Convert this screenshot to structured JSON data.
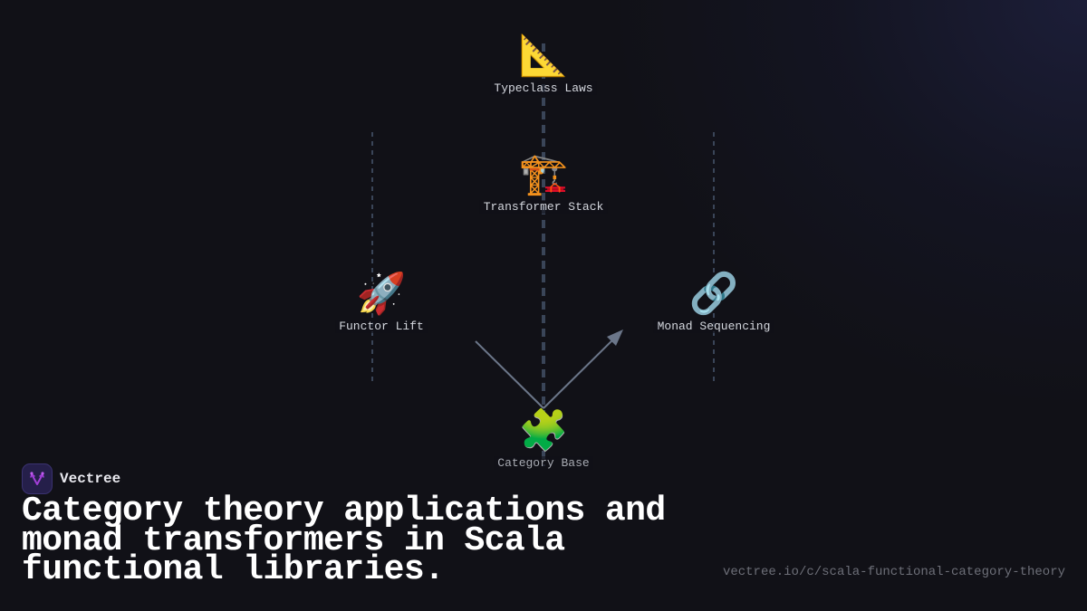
{
  "diagram": {
    "nodes": [
      {
        "id": "typeclass-laws",
        "label": "Typeclass Laws",
        "icon": "triangular-ruler-icon",
        "emoji": "📐"
      },
      {
        "id": "transformer-stack",
        "label": "Transformer Stack",
        "icon": "crane-icon",
        "emoji": "🏗️"
      },
      {
        "id": "functor-lift",
        "label": "Functor Lift",
        "icon": "rocket-icon",
        "emoji": "🚀"
      },
      {
        "id": "monad-sequencing",
        "label": "Monad Sequencing",
        "icon": "link-icon",
        "emoji": "🔗"
      },
      {
        "id": "category-base",
        "label": "Category Base",
        "icon": "puzzle-piece-icon",
        "emoji": "🧩"
      }
    ],
    "edges": [
      {
        "from": "category-base",
        "to": "functor-lift",
        "arrow": false
      },
      {
        "from": "category-base",
        "to": "monad-sequencing",
        "arrow": true
      }
    ],
    "colors": {
      "background": "#111117",
      "edge": "#6b7689",
      "guide_line": "#3a4558",
      "label": "#d4d7de"
    }
  },
  "brand": {
    "name": "Vectree",
    "logo_icon": "vectree-logo-icon",
    "logo_color": "#a23fd8"
  },
  "headline": "Category theory applications and monad transformers in Scala functional libraries.",
  "url": "vectree.io/c/scala-functional-category-theory"
}
